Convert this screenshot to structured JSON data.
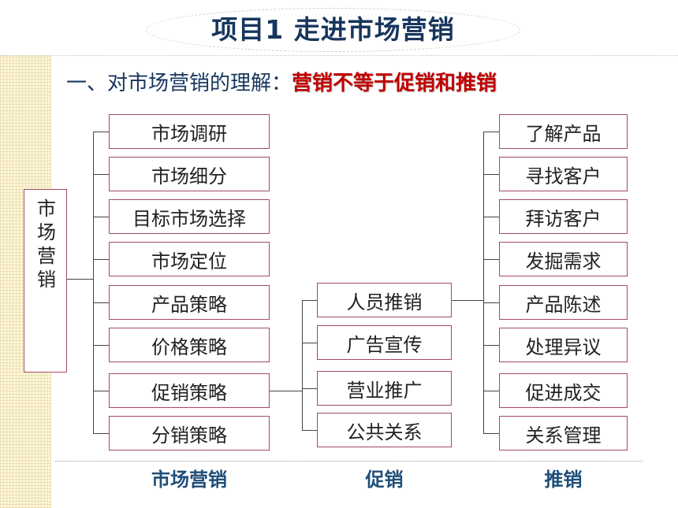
{
  "title": "项目1  走进市场营销",
  "subtitle": {
    "prefix": "一、对市场营销的理解：",
    "highlight": "营销不等于促销和推销"
  },
  "root": {
    "label": "市场营销"
  },
  "marketing_items": [
    "市场调研",
    "市场细分",
    "目标市场选择",
    "市场定位",
    "产品策略",
    "价格策略",
    "促销策略",
    "分销策略"
  ],
  "promotion_items": [
    "人员推销",
    "广告宣传",
    "营业推广",
    "公共关系"
  ],
  "selling_items": [
    "了解产品",
    "寻找客户",
    "拜访客户",
    "发掘需求",
    "产品陈述",
    "处理异议",
    "促进成交",
    "关系管理"
  ],
  "column_labels": [
    "市场营销",
    "促销",
    "推销"
  ],
  "colors": {
    "title": "#17365d",
    "highlight": "#c00000",
    "box_border": "#a34a66",
    "label": "#1f4e79"
  }
}
